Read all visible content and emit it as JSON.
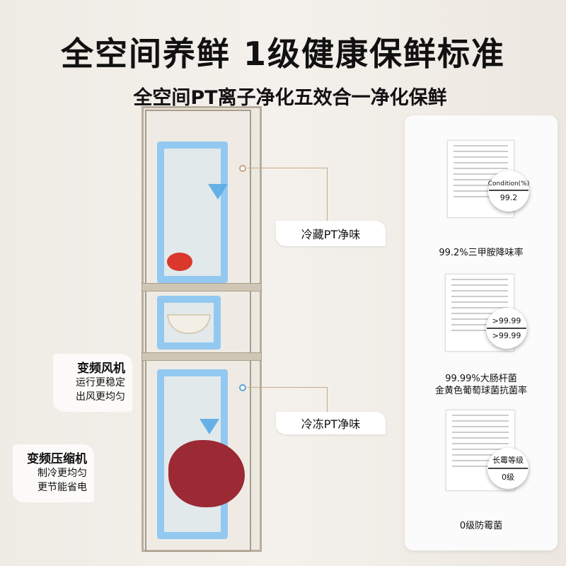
{
  "headline": "全空间养鲜 1级健康保鲜标准",
  "subheadline": "全空间PT离子净化五效合一净化保鲜",
  "callouts": {
    "fridge": "冷藏PT净味",
    "freezer": "冷冻PT净味"
  },
  "features": [
    {
      "title": "变频风机",
      "lines": [
        "运行更稳定",
        "出风更均匀"
      ]
    },
    {
      "title": "变频压缩机",
      "lines": [
        "制冷更均匀",
        "更节能省电"
      ]
    }
  ],
  "certificates": [
    {
      "lens": [
        "Condition(%)",
        "99.2"
      ],
      "caption": [
        "99.2%三甲胺降味率"
      ]
    },
    {
      "lens": [
        ">99.99",
        ">99.99"
      ],
      "caption": [
        "99.99%大肠杆菌",
        "金黄色葡萄球菌抗菌率"
      ]
    },
    {
      "lens": [
        "长霉等级",
        "0级"
      ],
      "caption": [
        "0级防霉菌"
      ]
    }
  ],
  "colors": {
    "airflow": "#78bef0",
    "accent_line": "#c9a98a",
    "meat": "#9b2a34",
    "tomato": "#d9382a"
  }
}
